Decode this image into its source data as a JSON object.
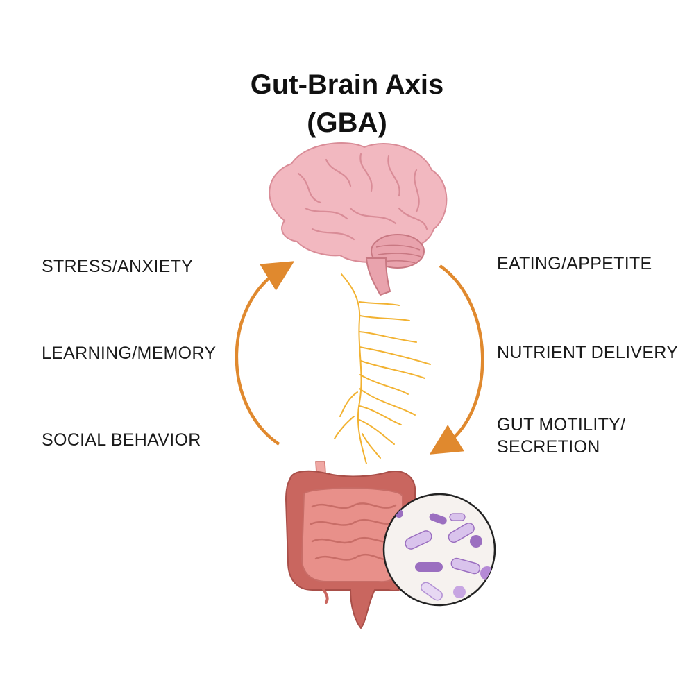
{
  "title": {
    "line1": "Gut-Brain Axis",
    "line2": "(GBA)"
  },
  "left_effects": [
    "STRESS/ANXIETY",
    "LEARNING/MEMORY",
    "SOCIAL BEHAVIOR"
  ],
  "right_effects": [
    "EATING/APPETITE",
    "NUTRIENT DELIVERY",
    "GUT MOTILITY/",
    "SECRETION"
  ],
  "colors": {
    "arrow": "#e0892e",
    "brain": "#f2b8c0",
    "brain_dark": "#d98c97",
    "nerve": "#f2b231",
    "gut": "#e8908a",
    "colon": "#c9665f",
    "microbe_circle_bg": "#f6f2ef",
    "microbe_purple": "#9b6fc0",
    "microbe_light": "#d9c3ec"
  },
  "icons": {
    "brain": "brain-icon",
    "nerve": "vagus-nerve-icon",
    "intestine": "intestine-icon",
    "microbiome": "microbiome-icon",
    "arrow_up": "curved-arrow-up-icon",
    "arrow_down": "curved-arrow-down-icon"
  }
}
